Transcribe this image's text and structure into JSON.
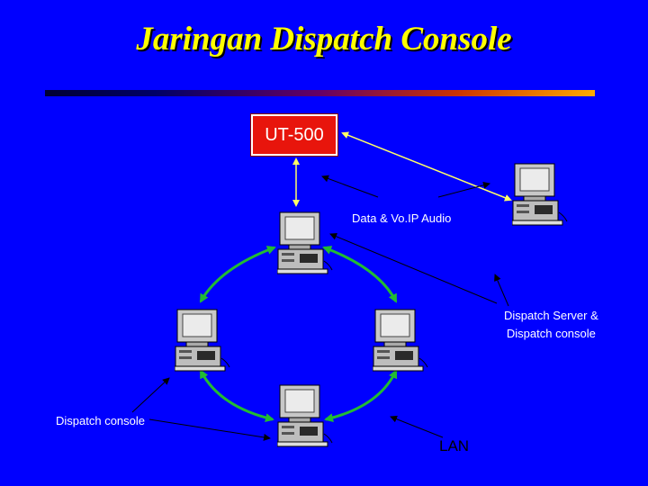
{
  "slide": {
    "title": "Jaringan Dispatch Console"
  },
  "diagram": {
    "device_label": "UT-500",
    "audio_label": "Data & Vo.IP Audio",
    "server_label_line1": "Dispatch Server &",
    "server_label_line2": "Dispatch console",
    "console_label": "Dispatch console",
    "network_label": "LAN"
  },
  "colors": {
    "background": "#0000ff",
    "title": "#ffff00",
    "device_box": "#e8150c",
    "link_yellow": "#ffff66",
    "ring_green": "#22bb33"
  },
  "icons": {
    "computer": "computer-icon"
  }
}
